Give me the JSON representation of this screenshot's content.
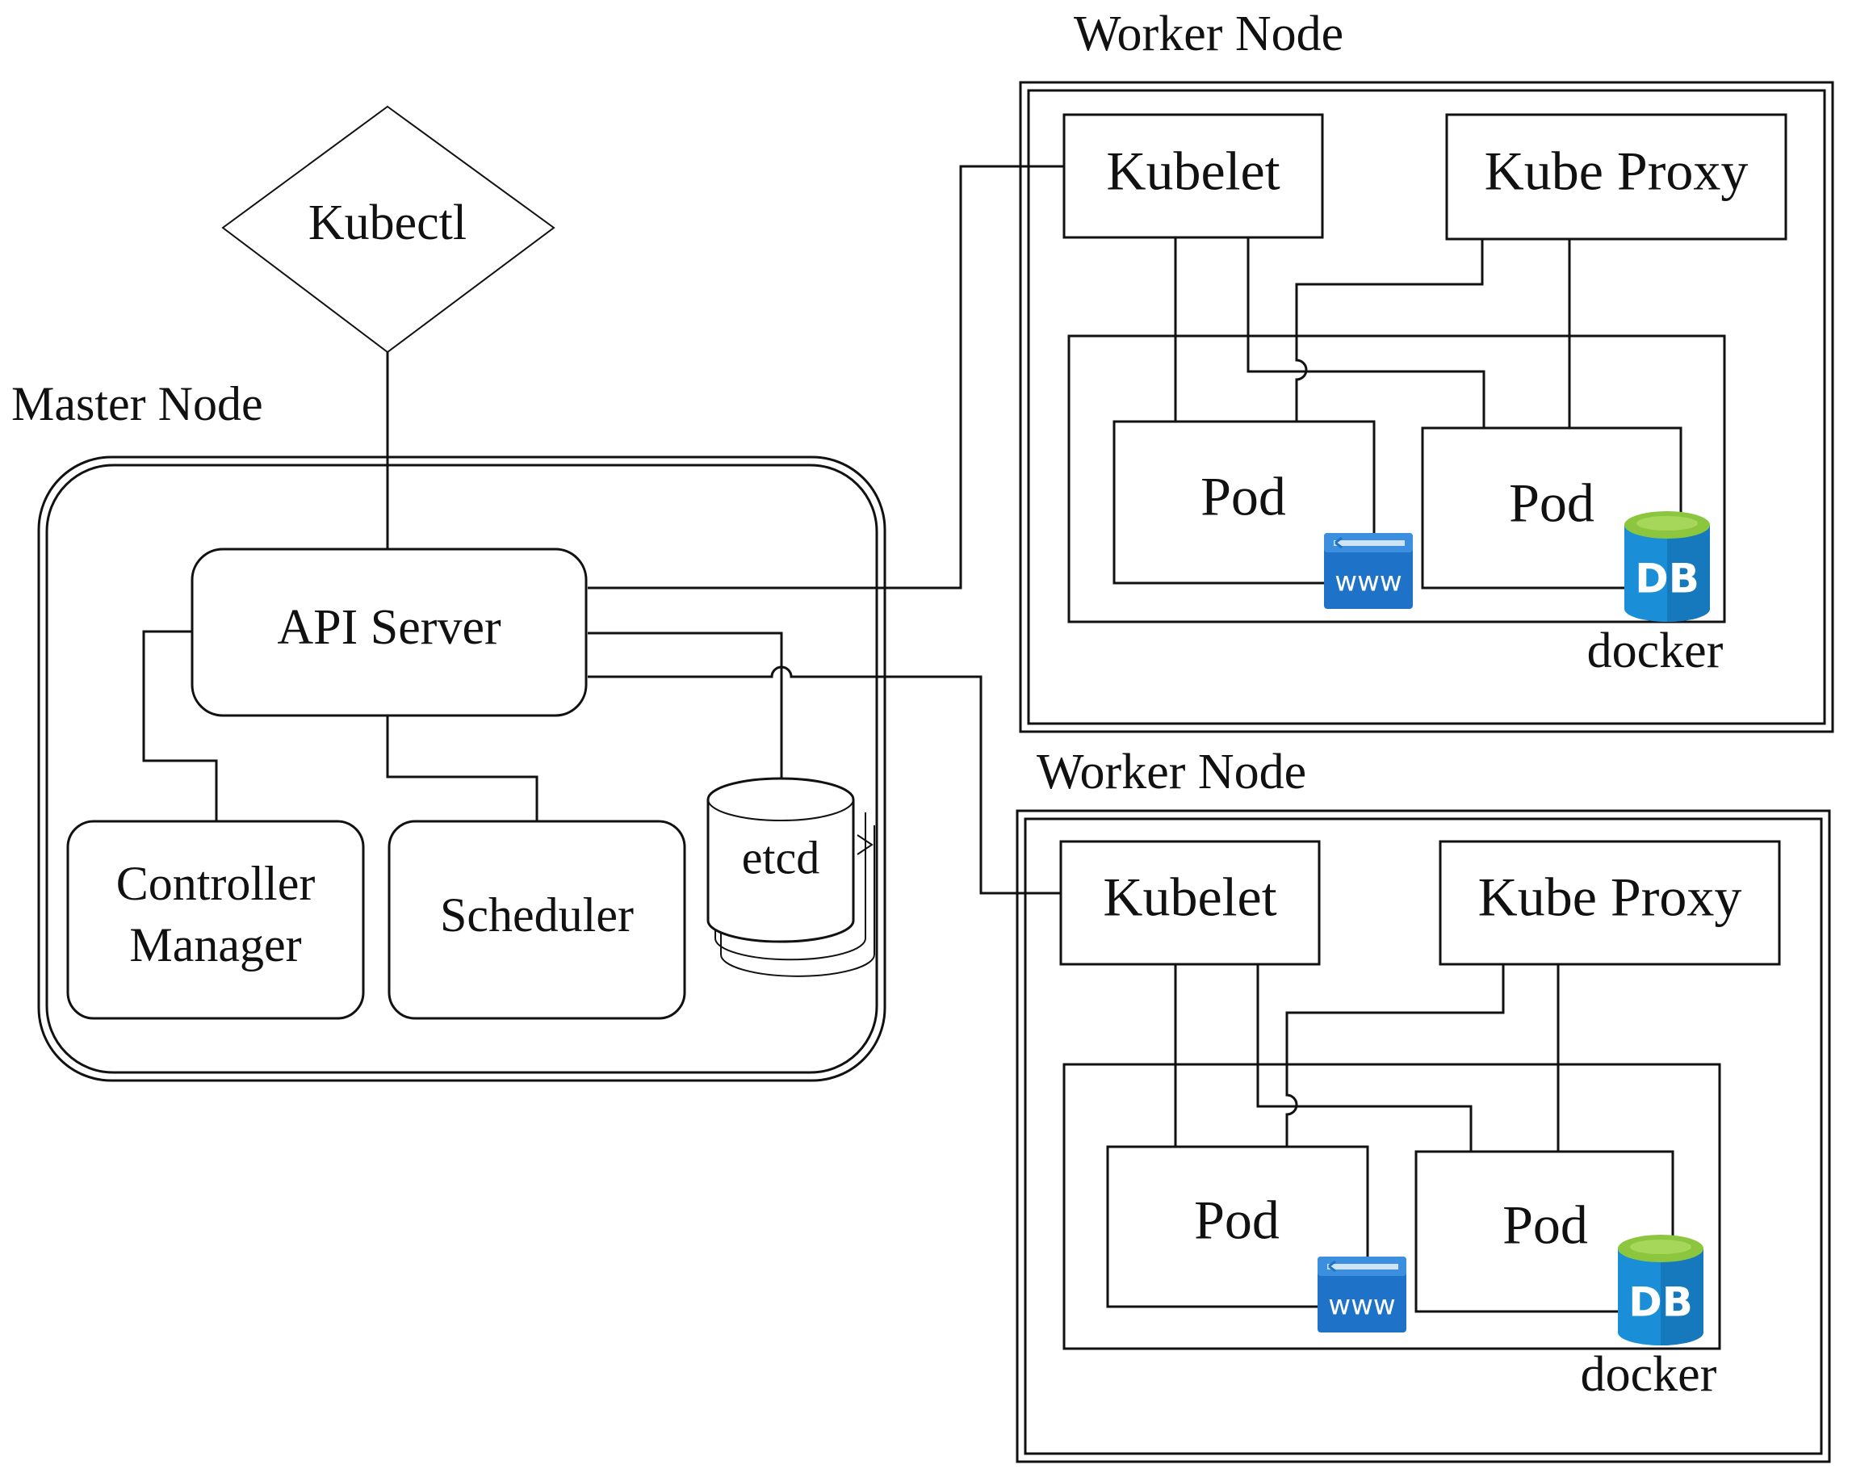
{
  "kubectl": {
    "label": "Kubectl"
  },
  "master": {
    "title": "Master Node",
    "api_server": "API Server",
    "controller_manager": [
      "Controller",
      "Manager"
    ],
    "scheduler": "Scheduler",
    "etcd": "etcd"
  },
  "workers": [
    {
      "title": "Worker Node",
      "kubelet": "Kubelet",
      "kube_proxy": "Kube Proxy",
      "pods": [
        "Pod",
        "Pod"
      ],
      "runtime": "docker",
      "www_icon": "www",
      "db_icon": "DB"
    },
    {
      "title": "Worker Node",
      "kubelet": "Kubelet",
      "kube_proxy": "Kube Proxy",
      "pods": [
        "Pod",
        "Pod"
      ],
      "runtime": "docker",
      "www_icon": "www",
      "db_icon": "DB"
    }
  ],
  "colors": {
    "line": "#111111",
    "www_blue": "#1e73c8",
    "www_bar": "#cfe4f7",
    "db_blue": "#1a8fd8",
    "db_green": "#8cc63f"
  }
}
